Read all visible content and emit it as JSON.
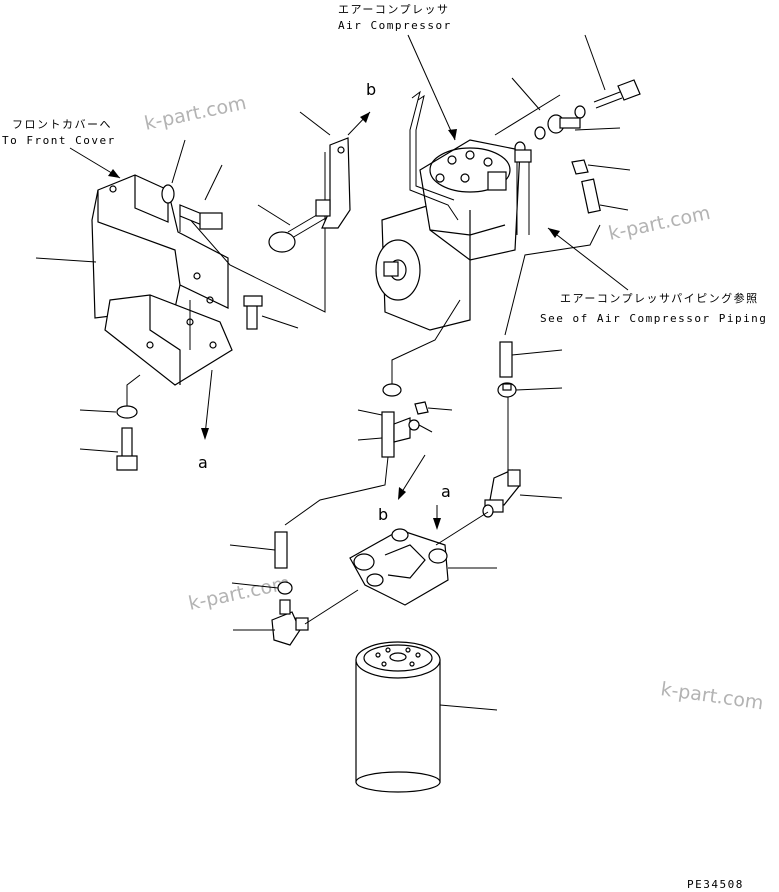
{
  "labels": {
    "air_compressor_jp": "エアーコンプレッサ",
    "air_compressor_en": "Air Compressor",
    "front_cover_jp": "フロントカバーへ",
    "front_cover_en": "To Front Cover",
    "piping_jp": "エアーコンプレッサパイピング参照",
    "piping_en": "See of Air Compressor Piping",
    "ref_a_1": "a",
    "ref_a_2": "a",
    "ref_b_1": "b",
    "ref_b_2": "b",
    "drawing_no": "PE34508"
  },
  "watermarks": [
    "k-part.com",
    "k-part.com",
    "k-part.com",
    "k-part.com"
  ],
  "colors": {
    "line": "#000000",
    "watermark": "#9a9a9a",
    "background": "#ffffff"
  }
}
